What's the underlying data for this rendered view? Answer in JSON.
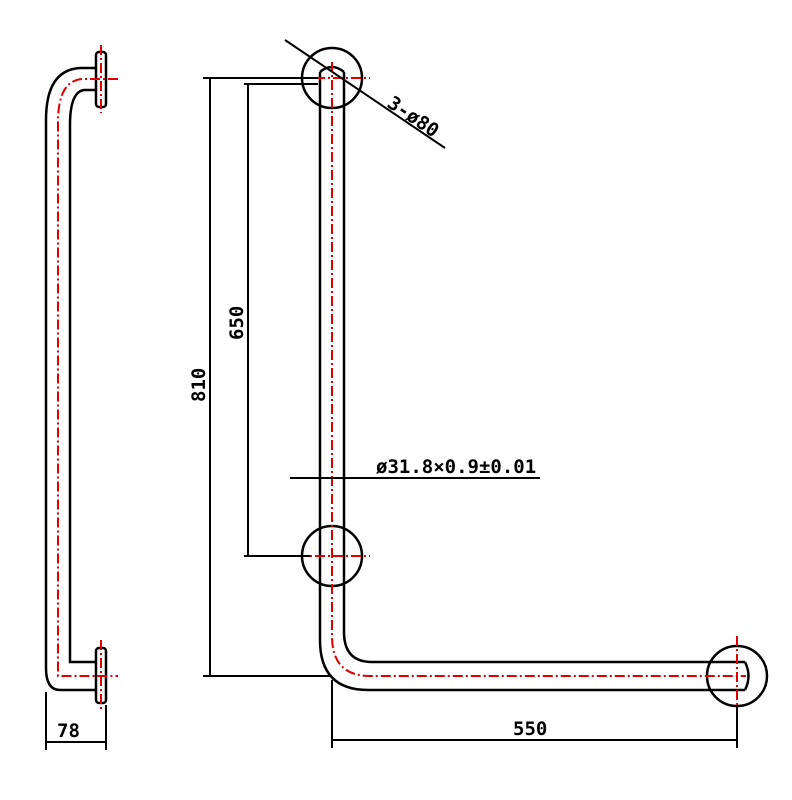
{
  "drawing": {
    "dimensions": {
      "side_depth": "78",
      "total_height": "810",
      "upper_span": "650",
      "horizontal_length": "550",
      "flange_callout": "3-ø80",
      "tube_spec": "ø31.8×0.9±0.01"
    },
    "colors": {
      "line": "#000000",
      "centerline": "#e00000",
      "background": "#ffffff"
    }
  }
}
